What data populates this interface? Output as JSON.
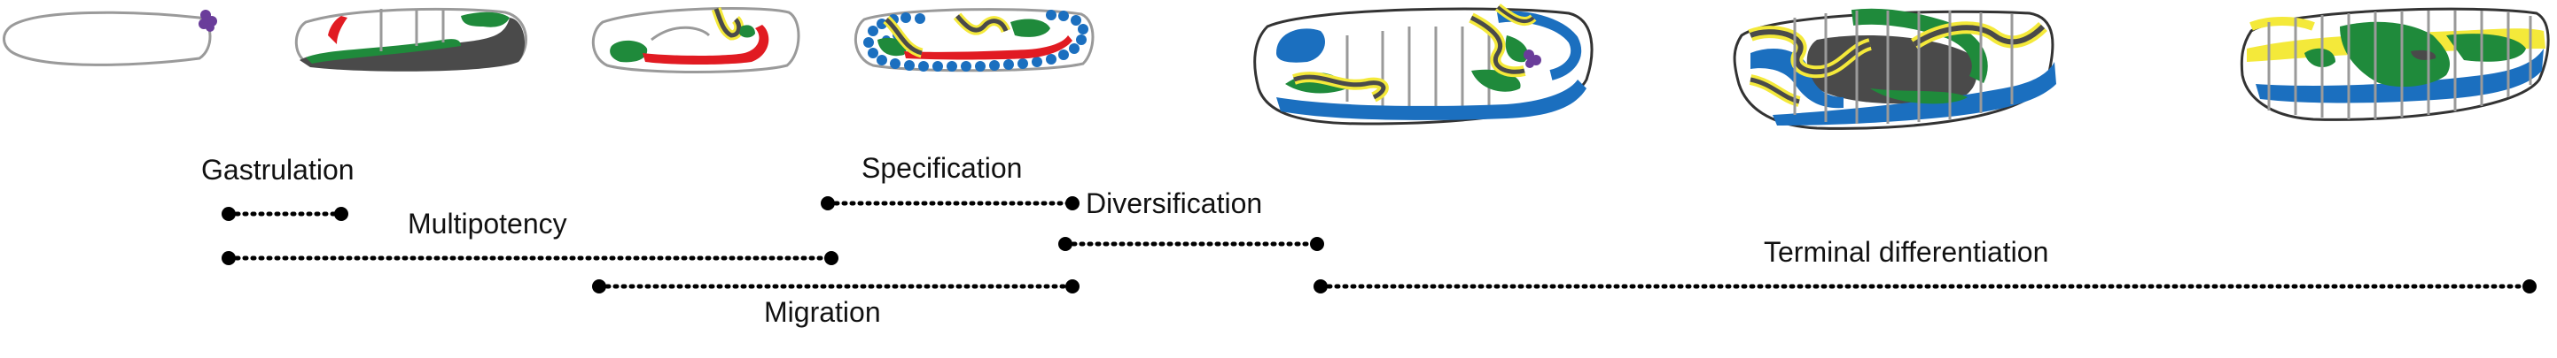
{
  "colors": {
    "gut_dark": "#4a4a4a",
    "mesoderm_red": "#e11b22",
    "endoderm_green": "#1f8a3b",
    "nervous_blue": "#1b6fbf",
    "yellow_tissue": "#f4e93a",
    "pole_cells_purple": "#6a3d9a",
    "outline_gray": "#9a9a9a"
  },
  "stages": [
    {
      "label": "Gastrulation"
    },
    {
      "label": "Multipotency"
    },
    {
      "label": "Migration"
    },
    {
      "label": "Specification"
    },
    {
      "label": "Diversification"
    },
    {
      "label": "Terminal differentiation"
    }
  ]
}
